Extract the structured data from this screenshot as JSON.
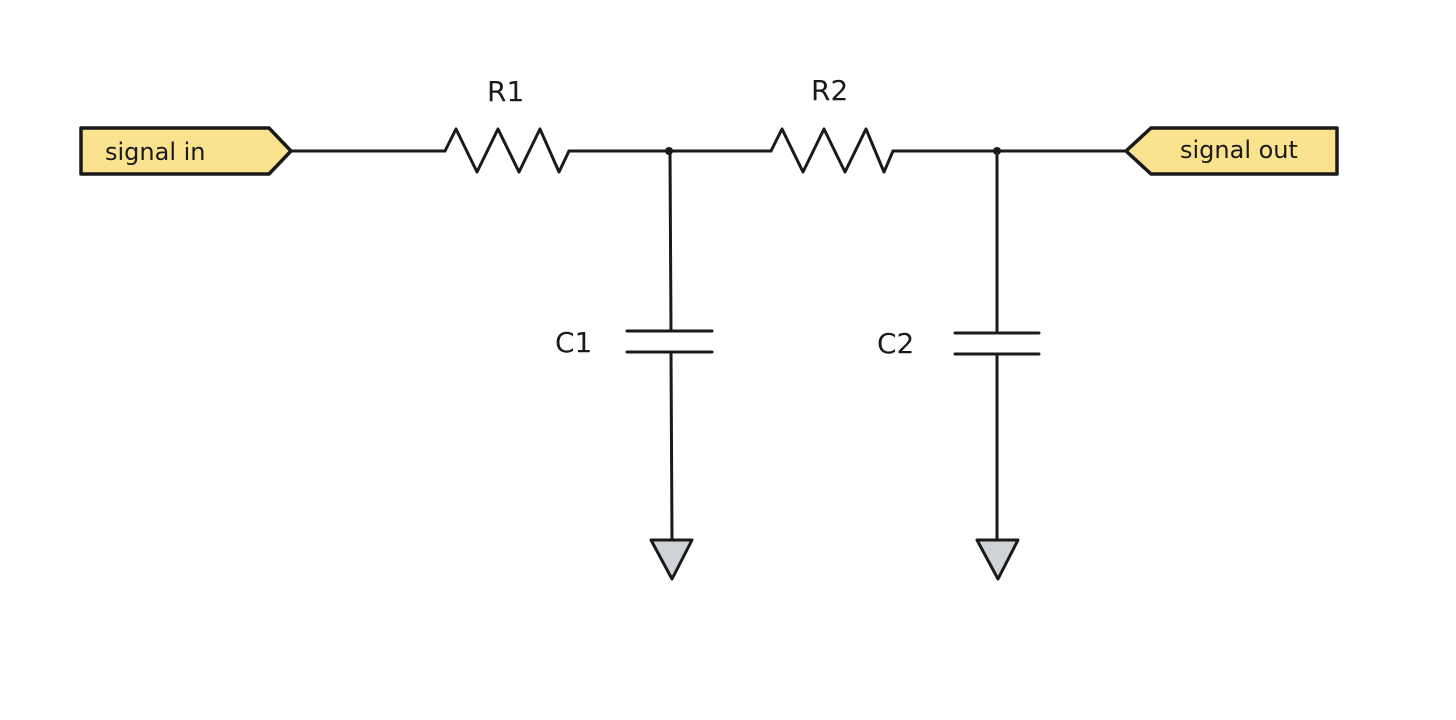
{
  "diagram": {
    "input_label": "signal in",
    "output_label": "signal out",
    "components": {
      "r1": "R1",
      "r2": "R2",
      "c1": "C1",
      "c2": "C2"
    },
    "colors": {
      "tag_fill": "#fbe28f",
      "ground_fill": "#cfd3d8",
      "stroke": "#1a1a1a"
    }
  }
}
